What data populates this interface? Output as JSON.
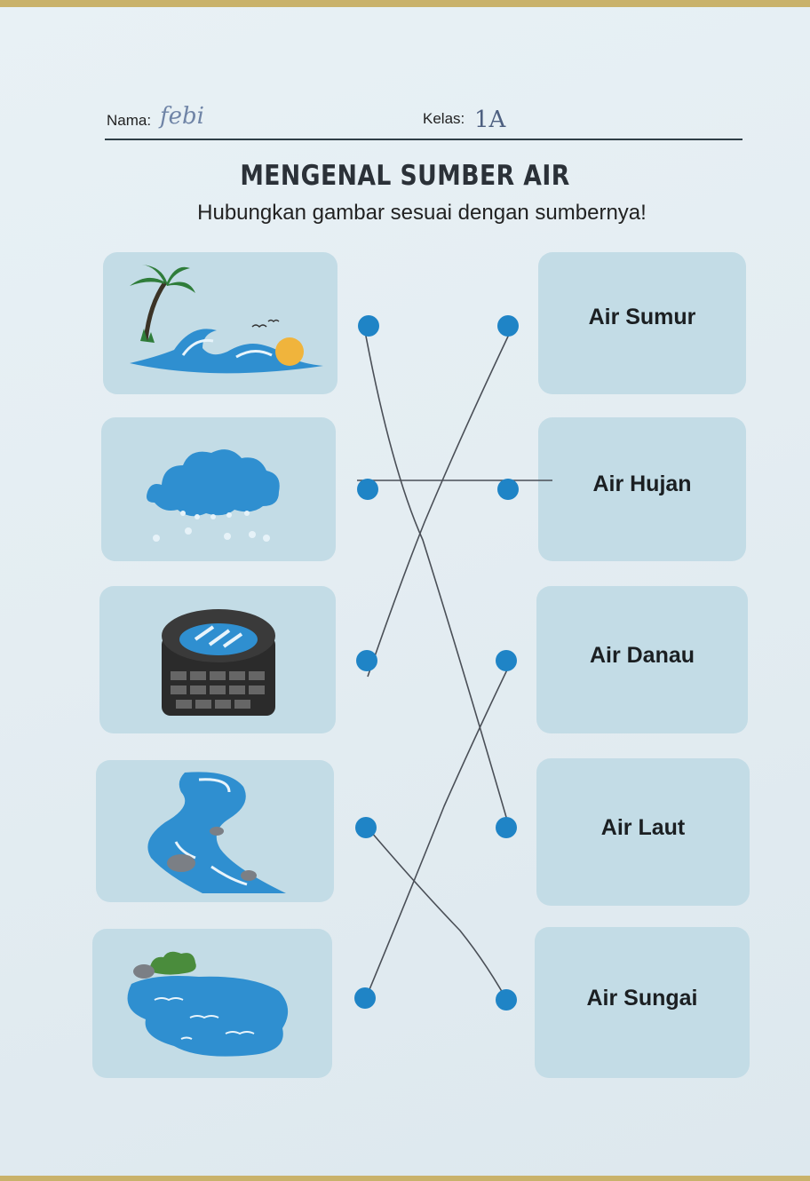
{
  "header": {
    "name_label": "Nama:",
    "name_value": "febi",
    "class_label": "Kelas:",
    "class_value": "1A"
  },
  "title": "MENGENAL SUMBER AIR",
  "subtitle": "Hubungkan gambar sesuai dengan sumbernya!",
  "pictures": [
    {
      "icon": "sea-wave-palm-icon"
    },
    {
      "icon": "rain-cloud-icon"
    },
    {
      "icon": "well-icon"
    },
    {
      "icon": "river-icon"
    },
    {
      "icon": "lake-icon"
    }
  ],
  "labels": [
    "Air Sumur",
    "Air Hujan",
    "Air Danau",
    "Air Laut",
    "Air Sungai"
  ],
  "colors": {
    "box": "#c3dce6",
    "dot": "#1f84c6",
    "pencil": "#4a4f57",
    "water": "#2f8fd0"
  }
}
